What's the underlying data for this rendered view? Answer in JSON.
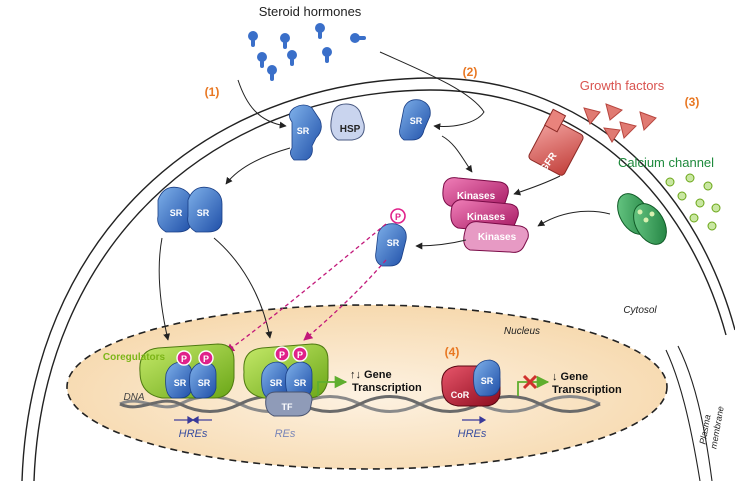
{
  "labels": {
    "steroid_hormones": "Steroid hormones",
    "growth_factors": "Growth factors",
    "calcium_channel": "Calcium channel",
    "cytosol": "Cytosol",
    "nucleus": "Nucleus",
    "plasma_membrane_1": "Plasma",
    "plasma_membrane_2": "membrane",
    "coregulators": "Coregulators",
    "dna": "DNA",
    "hres_1": "HREs",
    "res": "REs",
    "hres_2": "HREs",
    "gene_transcription_up": "↑↓ Gene",
    "transcription_1": "Transcription",
    "gene_transcription_down": "↓ Gene",
    "transcription_2": "Transcription"
  },
  "pathways": {
    "p1": "(1)",
    "p2": "(2)",
    "p3": "(3)",
    "p4": "(4)"
  },
  "molecules": {
    "sr": "SR",
    "hsp": "HSP",
    "gfr": "GFR",
    "kinases": "Kinases",
    "p": "P",
    "tf": "TF",
    "cor": "CoR"
  },
  "colors": {
    "pathway_number": "#e87722",
    "growth_factors": "#d9534f",
    "calcium_channel": "#1e8a3c",
    "coregulators": "#7cb518",
    "receptor_blue": "#3a6fc9",
    "kinase_magenta": "#c21d7f",
    "phospho_pink": "#e0218a",
    "nucleus_fill": "#fbecd6",
    "cor_red": "#c8102e",
    "arrow_magenta": "#c2187a"
  }
}
